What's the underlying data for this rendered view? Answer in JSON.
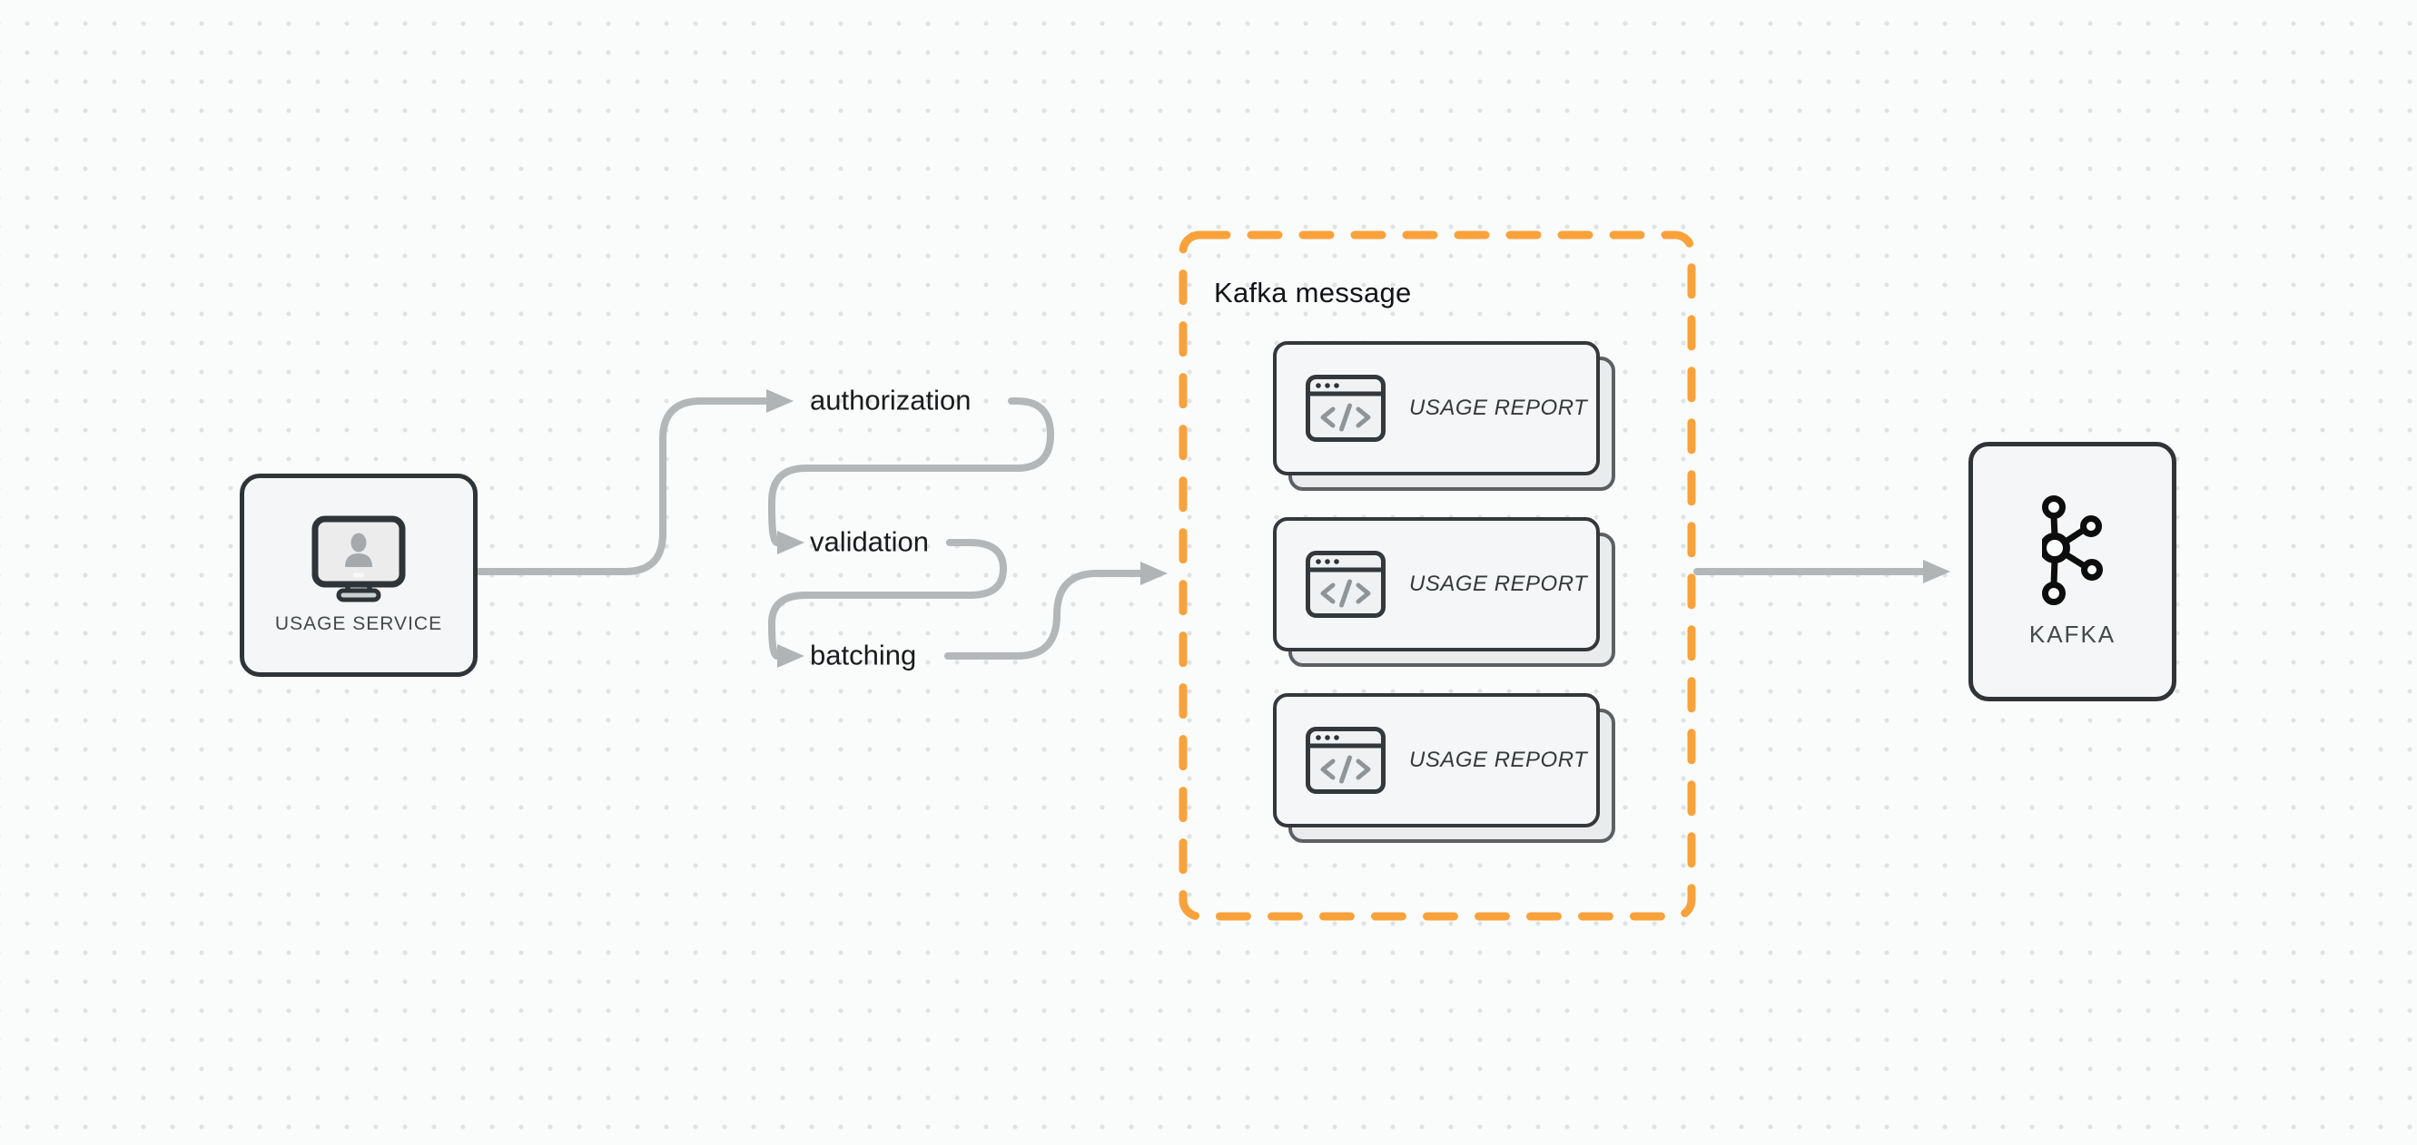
{
  "canvas": {
    "background": "#fafbfb",
    "dot_color": "#e0e2e3"
  },
  "colors": {
    "accent_orange": "#f9a23b",
    "edge_gray": "#b4b7b8",
    "node_border": "#2f3438",
    "node_background": "#f5f6f7",
    "text_primary": "#1a1b1d",
    "text_label_gray": "#44484b"
  },
  "nodes": {
    "usage_service": {
      "label": "USAGE SERVICE",
      "icon": "monitor-user-icon"
    },
    "kafka": {
      "label": "KAFKA",
      "icon": "kafka-logo-icon"
    }
  },
  "flow_steps": [
    {
      "label": "authorization"
    },
    {
      "label": "validation"
    },
    {
      "label": "batching"
    }
  ],
  "kafka_message_group": {
    "title": "Kafka message",
    "cards": [
      {
        "label": "USAGE REPORT",
        "icon": "code-window-icon"
      },
      {
        "label": "USAGE REPORT",
        "icon": "code-window-icon"
      },
      {
        "label": "USAGE REPORT",
        "icon": "code-window-icon"
      }
    ]
  }
}
